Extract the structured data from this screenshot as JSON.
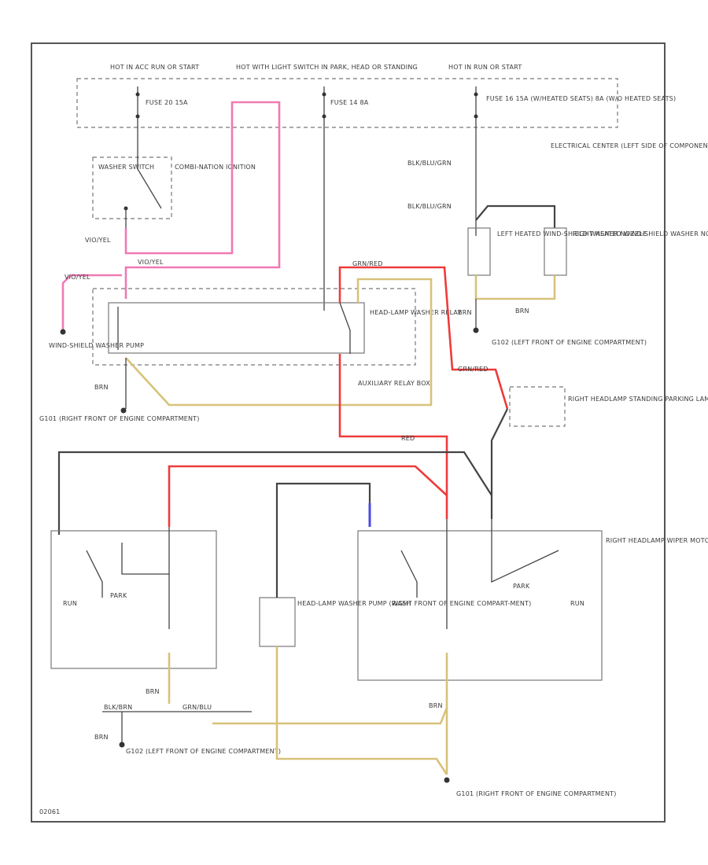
{
  "labels": {
    "hot_acc": "HOT IN ACC RUN OR START",
    "hot_light": "HOT WITH LIGHT SWITCH IN PARK, HEAD OR STANDING",
    "hot_run": "HOT IN RUN OR START",
    "fuse20": "FUSE 20 15A",
    "fuse14": "FUSE 14 8A",
    "fuse16": "FUSE 16 15A (W/HEATED SEATS) 8A (W/O HEATED SEATS)",
    "washer_switch": "WASHER SWITCH",
    "combination_ignition": "COMBI-NATION IGNITION",
    "electrical_center": "ELECTRICAL CENTER (LEFT SIDE OF COMPONENT COMPARTMENT)",
    "wiper_bl": "BLK/BLU/GRN",
    "wiper_bl2": "BLK/BLU/GRN",
    "left_nozzle": "LEFT HEATED WIND-SHIELD WASHER NOZZLE",
    "right_nozzle": "RIGHT HEATED WIND-SHIELD WASHER NOZZLE",
    "viopel": "VIO/YEL",
    "viopel2": "VIO/YEL",
    "viopel3": "VIO/YEL",
    "grnred": "GRN/RED",
    "grnred2": "GRN/RED",
    "headlamp_relay": "HEAD-LAMP WASHER RELAY",
    "aux_relay_box": "AUXILIARY RELAY BOX",
    "windshield_pump": "WIND-SHIELD WASHER PUMP",
    "brn1": "BRN",
    "brn2": "BRN",
    "brn3": "BRN",
    "brn4": "BRN",
    "brn5": "BRN",
    "brn6": "BRN",
    "g101_right": "G101 (RIGHT FRONT OF ENGINE COMPARTMENT)",
    "g102_left": "G102 (LEFT FRONT OF ENGINE COMPARTMENT)",
    "right_standing_lamp": "RIGHT HEADLAMP STANDING PARKING LAMP",
    "red": "RED",
    "right_wiper_motor": "RIGHT HEADLAMP WIPER MOTOR",
    "run_left": "RUN",
    "park_left": "PARK",
    "wash": "WASH",
    "park_right": "PARK",
    "run_right": "RUN",
    "headlamp_pump": "HEAD-LAMP WASHER PUMP (RIGHT FRONT OF ENGINE COMPART-MENT)",
    "blk_brn": "BLK/BRN",
    "grn_blu": "GRN/BLU",
    "g102_bottom": "G102 (LEFT FRONT OF ENGINE COMPARTMENT)",
    "g101_bottom": "G101 (RIGHT FRONT OF ENGINE COMPARTMENT)",
    "fig_id": "02061"
  }
}
